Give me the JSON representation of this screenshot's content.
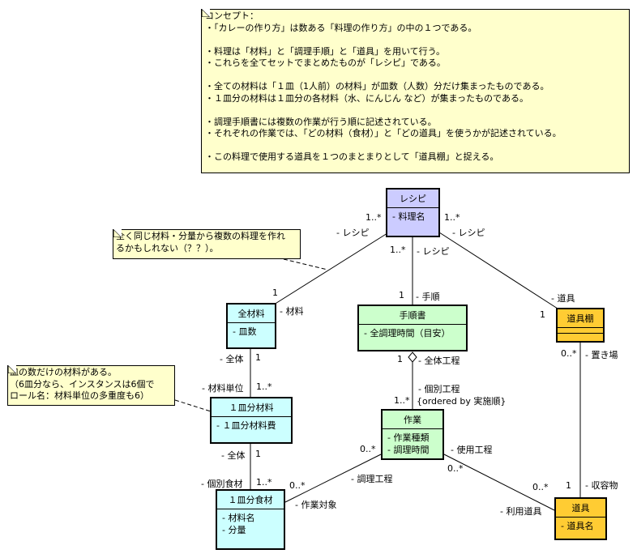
{
  "colors": {
    "note": "#ffffcc",
    "recipe": "#ccccff",
    "procedure": "#ccffcc",
    "material": "#ccffff",
    "tool": "#ffcc33"
  },
  "notes": {
    "concept": [
      "コンセプト：",
      "・「カレーの作り方」は数ある「料理の作り方」の中の１つである。",
      "",
      "・料理は「材料」と「調理手順」と「道具」を用いて行う。",
      "・これらを全てセットでまとめたものが「レシピ」である。",
      "",
      "・全ての材料は「１皿（1人前）の材料」が皿数（人数）分だけ集まったものである。",
      "・１皿分の材料は１皿分の各材料（水、にんじん など）が集まったものである。",
      "",
      "・調理手順書には複数の作業が行う順に記述されている。",
      "・それぞれの作業では、「どの材料（食材）」と「どの道具」を使うかが記述されている。",
      "",
      "・この料理で使用する道具を１つのまとまりとして「道具棚」と捉える。"
    ],
    "same_materials": [
      "全く同じ材料・分量から複数の料理を作れ",
      "るかもしれない（？？）。"
    ],
    "plate_count": [
      "皿の数だけの材料がある。",
      "（6皿分なら、インスタンスは6個で",
      "ロール名：材料単位の多重度も6）"
    ]
  },
  "classes": {
    "recipe": {
      "name": "レシピ",
      "attrs": [
        "- 料理名"
      ]
    },
    "all_materials": {
      "name": "全材料",
      "attrs": [
        "- 皿数"
      ]
    },
    "procedure_doc": {
      "name": "手順書",
      "attrs": [
        "- 全調理時間（目安）"
      ]
    },
    "tool_shelf": {
      "name": "道具棚",
      "attrs": []
    },
    "plate_materials": {
      "name": "１皿分材料",
      "attrs": [
        "- １皿分材料費"
      ]
    },
    "task": {
      "name": "作業",
      "attrs": [
        "- 作業種類",
        "- 調理時間"
      ]
    },
    "plate_ingredient": {
      "name": "１皿分食材",
      "attrs": [
        "- 材料名",
        "- 分量"
      ]
    },
    "tool": {
      "name": "道具",
      "attrs": [
        "- 道具名"
      ]
    }
  },
  "labels": {
    "recipe_left_mult": "1..*",
    "recipe_left_role": "- レシピ",
    "recipe_mid_mult": "1..*",
    "recipe_mid_role": "- レシピ",
    "recipe_right_mult": "1..*",
    "recipe_right_role": "- レシピ",
    "allmat_mult": "1",
    "allmat_role": "- 材料",
    "proc_top_mult": "1",
    "proc_top_role": "- 手順",
    "shelf_top_role": "- 道具",
    "shelf_top_mult": "1",
    "allmat_whole_role": "- 全体",
    "allmat_whole_mult": "1",
    "unit_role": "- 材料単位",
    "unit_mult": "1..*",
    "proc_whole_mult": "1",
    "proc_whole_role": "- 全体工程",
    "shelf_place_mult": "0..*",
    "shelf_place_role": "- 置き場",
    "task_each_role": "- 個別工程",
    "task_order": "{ordered by 実施順}",
    "task_each_mult": "1..*",
    "plate_whole_role": "- 全体",
    "plate_whole_mult": "1",
    "task_left_mult": "0..*",
    "task_use_role": "- 使用工程",
    "task_right_mult": "0..*",
    "ingr_role": "- 個別食材",
    "ingr_mult": "1..*",
    "ingr_right_mult": "0..*",
    "cook_role": "- 調理工程",
    "target_role": "- 作業対象",
    "tool_use_mult": "0..*",
    "tool_use_role": "- 利用道具",
    "tool_top_mult": "1",
    "tool_content_role": "- 収容物"
  }
}
